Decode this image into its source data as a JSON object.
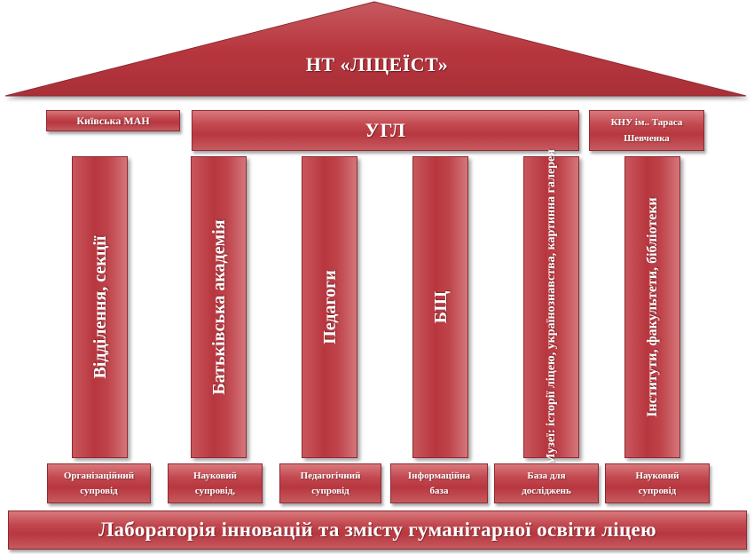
{
  "roof": {
    "title": "НТ «ЛІЦЕЇСТ»"
  },
  "partners": {
    "left": "Київська МАН",
    "center": "УГЛ",
    "right_line1": "КНУ ім.. Тараса",
    "right_line2": "Шевченка"
  },
  "pillars": [
    {
      "line1": "Відділення, секції",
      "line2": ""
    },
    {
      "line1": "Батьківська академія",
      "line2": ""
    },
    {
      "line1": "Педагоги",
      "line2": ""
    },
    {
      "line1": "БІЦ",
      "line2": ""
    },
    {
      "line1": "Музеї: історії ліцею, українознавства,",
      "line2": "картинна галерея"
    },
    {
      "line1": "Інститути, факультети, бібліотеки",
      "line2": ""
    }
  ],
  "bases": [
    {
      "line1": "Організаційний",
      "line2": "супровід"
    },
    {
      "line1": "Науковий",
      "line2": "супровід,"
    },
    {
      "line1": "Педагогічний",
      "line2": "супровід"
    },
    {
      "line1": "Інформаційна",
      "line2": "база"
    },
    {
      "line1": "База для",
      "line2": "досліджень"
    },
    {
      "line1": "Науковий",
      "line2": "супровід"
    }
  ],
  "foundation": {
    "title": "Лабораторія інновацій та змісту гуманітарної освіти ліцею"
  },
  "colors": {
    "primary": "#b8373f",
    "light": "#d8797d",
    "dark": "#8e2a30"
  }
}
